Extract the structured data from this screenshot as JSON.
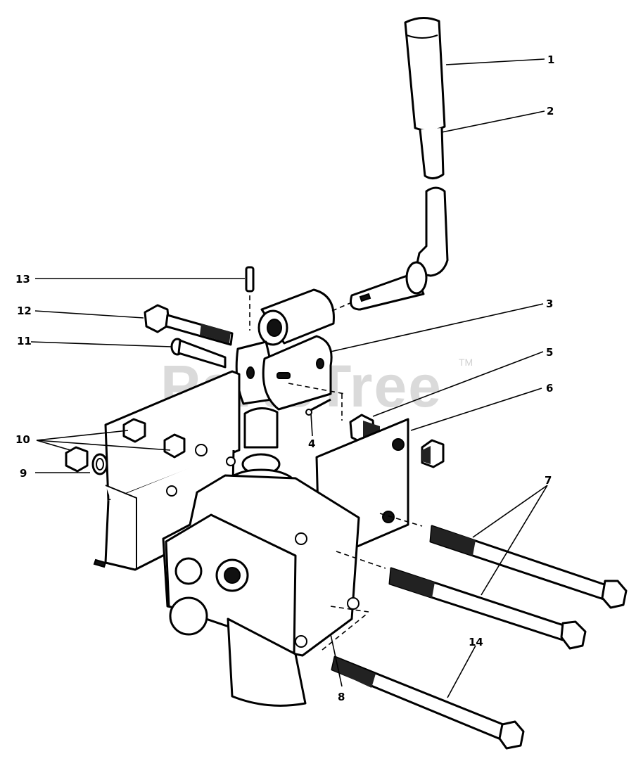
{
  "watermark": {
    "text": "PartsTree",
    "tm": "TM"
  },
  "callouts": {
    "c1": "1",
    "c2": "2",
    "c3": "3",
    "c4": "4",
    "c5": "5",
    "c6": "6",
    "c7": "7",
    "c8": "8",
    "c9": "9",
    "c10": "10",
    "c11": "11",
    "c12": "12",
    "c13": "13",
    "c14": "14"
  }
}
